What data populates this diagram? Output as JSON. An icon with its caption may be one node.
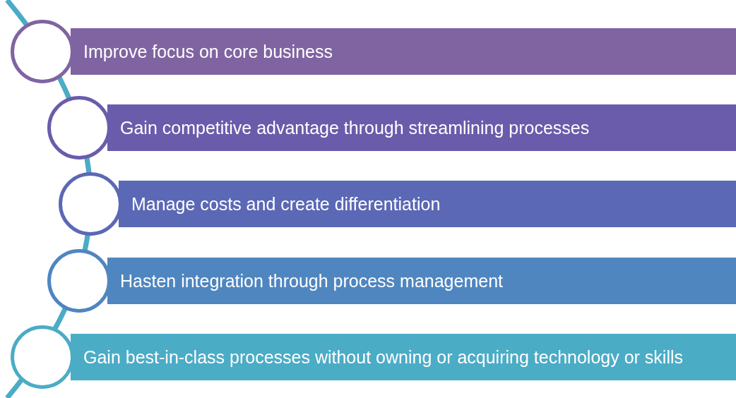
{
  "diagram": {
    "nodes": [
      {
        "text": [
          "Improve focus on core business"
        ]
      },
      {
        "text": [
          "Gain competitive advantage through streamlining processes"
        ]
      },
      {
        "text": [
          "Manage costs and create differentiation"
        ]
      },
      {
        "text": [
          "Hasten integration through process management"
        ]
      },
      {
        "text": [
          "Gain best-in-class processes without owning or acquiring technology or skills"
        ]
      },
      {
        "text": [],
        "shape": "circle"
      },
      {
        "text": [],
        "shape": "circle"
      },
      {
        "text": [],
        "shape": "circle"
      },
      {
        "text": [],
        "shape": "circle"
      },
      {
        "text": [],
        "shape": "circle"
      }
    ]
  }
}
